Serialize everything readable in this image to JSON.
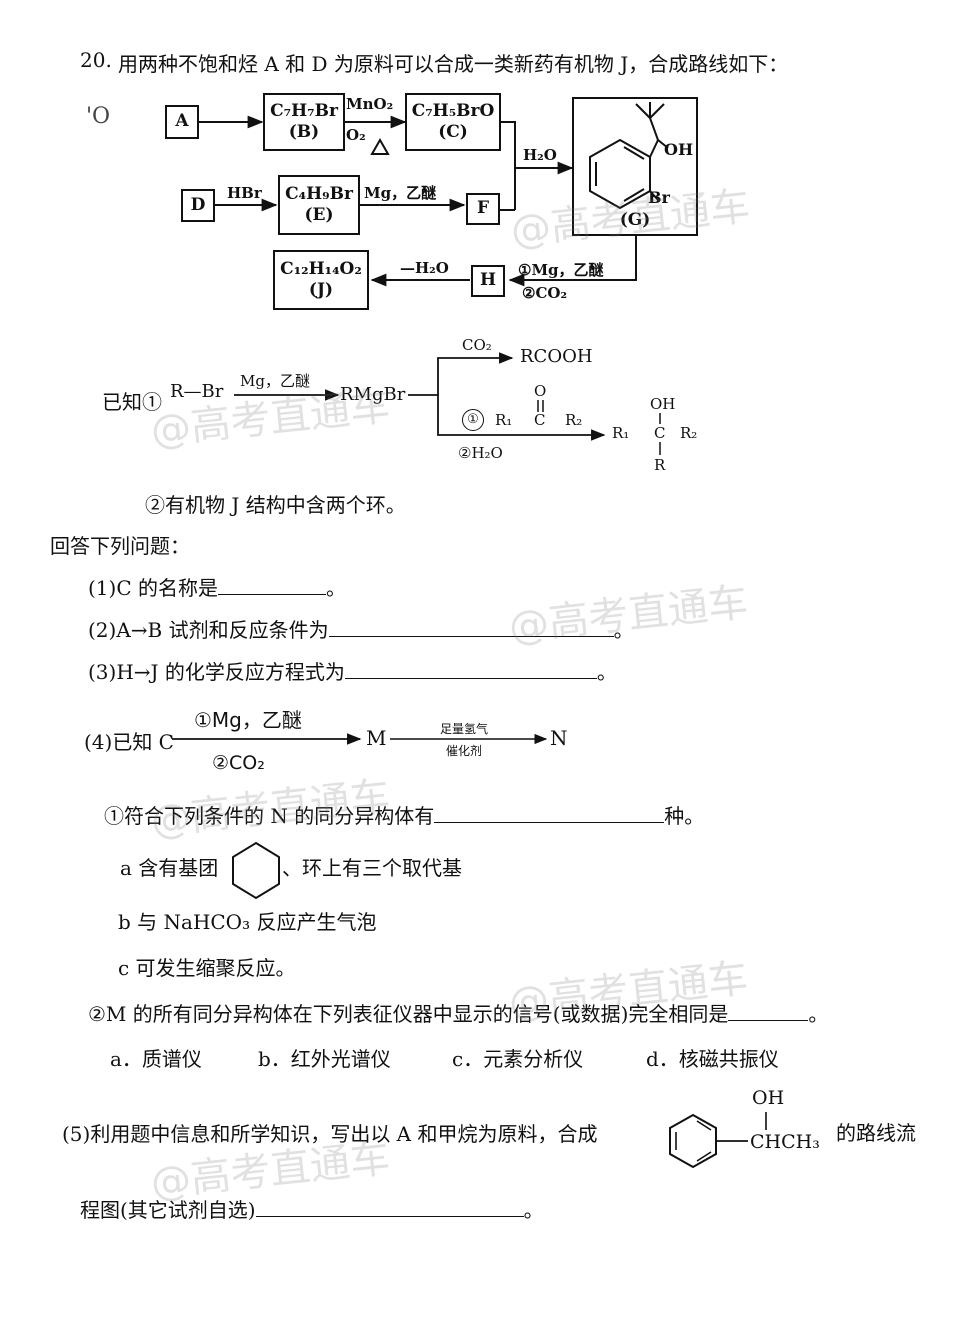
{
  "question": {
    "number": "20.",
    "intro": "用两种不饱和烃 A 和 D 为原料可以合成一类新药有机物 J，合成路线如下："
  },
  "scheme": {
    "margin_note": "'O",
    "A": "A",
    "B_formula": "C₇H₇Br",
    "B_label": "(B)",
    "C_formula": "C₇H₅BrO",
    "C_label": "(C)",
    "BC_top": "MnO₂",
    "BC_bottom": "O₂",
    "D": "D",
    "DE_reagent": "HBr",
    "E_formula": "C₄H₉Br",
    "E_label": "(E)",
    "EF_reagent": "Mg，乙醚",
    "F": "F",
    "FG_reagent": "H₂O",
    "G_label": "(G)",
    "G_oh": "OH",
    "G_br": "Br",
    "GH_r1": "①Mg，乙醚",
    "GH_r2": "②CO₂",
    "H": "H",
    "HJ_reagent": "—H₂O",
    "J_formula": "C₁₂H₁₄O₂",
    "J_label": "(J)"
  },
  "known": {
    "label": "已知①",
    "rbr": "R—Br",
    "mg": "Mg，乙醚",
    "rmgbr": "RMgBr",
    "co2": "CO₂",
    "rcooh": "RCOOH",
    "step1": "①",
    "r1": "R₁",
    "c": "C",
    "r2": "R₂",
    "o": "O",
    "step2": "②H₂O",
    "oh": "OH",
    "r": "R",
    "item2": "②有机物 J 结构中含两个环。"
  },
  "answer_header": "回答下列问题：",
  "q1": {
    "text": "(1)C 的名称是",
    "end": "。"
  },
  "q2": {
    "text": "(2)A→B 试剂和反应条件为",
    "end": "。"
  },
  "q3": {
    "text": "(3)H→J 的化学反应方程式为",
    "end": "。"
  },
  "q4": {
    "prefix": "(4)已知 C",
    "top": "①Mg，乙醚",
    "bottom": "②CO₂",
    "m": "M",
    "h2": "足量氢气",
    "cat": "催化剂",
    "n": "N",
    "sub1_text": "①符合下列条件的 N 的同分异构体有",
    "sub1_end": "种。",
    "cond_a1": "a 含有基团",
    "cond_a2": "、环上有三个取代基",
    "cond_b": "b 与 NaHCO₃ 反应产生气泡",
    "cond_c": "c 可发生缩聚反应。",
    "sub2_text": "②M 的所有同分异构体在下列表征仪器中显示的信号(或数据)完全相同是",
    "sub2_end": "。",
    "opt_a": "a．质谱仪",
    "opt_b": "b．红外光谱仪",
    "opt_c": "c．元素分析仪",
    "opt_d": "d．核磁共振仪"
  },
  "q5": {
    "text": "(5)利用题中信息和所学知识，写出以 A 和甲烷为原料，合成",
    "oh": "OH",
    "chch3": "CHCH₃",
    "tail": "的路线流",
    "line2": "程图(其它试剂自选)",
    "end": "。"
  },
  "watermark": "@高考直通车"
}
